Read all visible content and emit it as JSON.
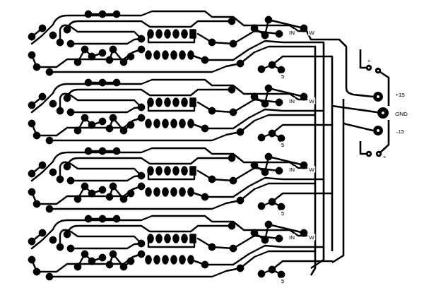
{
  "diagram": {
    "labels": [
      "IN",
      "W",
      "5",
      "IN",
      "W",
      "5",
      "IN",
      "W",
      "5",
      "IN",
      "W",
      "5",
      "+",
      "+15",
      "GND",
      "-15",
      "+"
    ]
  }
}
